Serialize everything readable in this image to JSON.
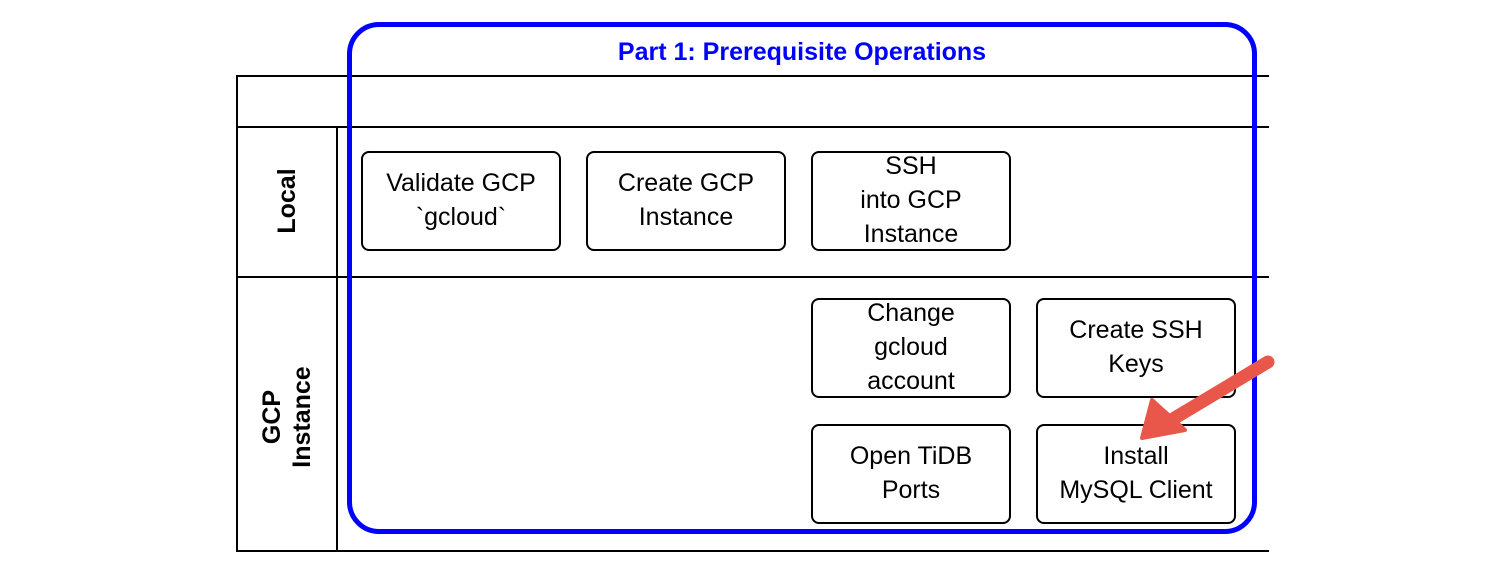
{
  "part": {
    "title": "Part 1: Prerequisite Operations",
    "color": "#0000ff"
  },
  "lanes": [
    {
      "label": "Local"
    },
    {
      "label": "GCP\nInstance"
    }
  ],
  "steps": {
    "validate_gcloud": "Validate GCP\n`gcloud`",
    "create_instance": "Create GCP\nInstance",
    "ssh_into_instance": "SSH\ninto GCP\nInstance",
    "change_gcloud_account": "Change\ngcloud\naccount",
    "create_ssh_keys": "Create SSH\nKeys",
    "open_tidb_ports": "Open TiDB\nPorts",
    "install_mysql_client": "Install\nMySQL Client"
  },
  "callout": {
    "icon": "arrow-pointer",
    "color": "#e8574a",
    "target": "Install MySQL Client"
  }
}
